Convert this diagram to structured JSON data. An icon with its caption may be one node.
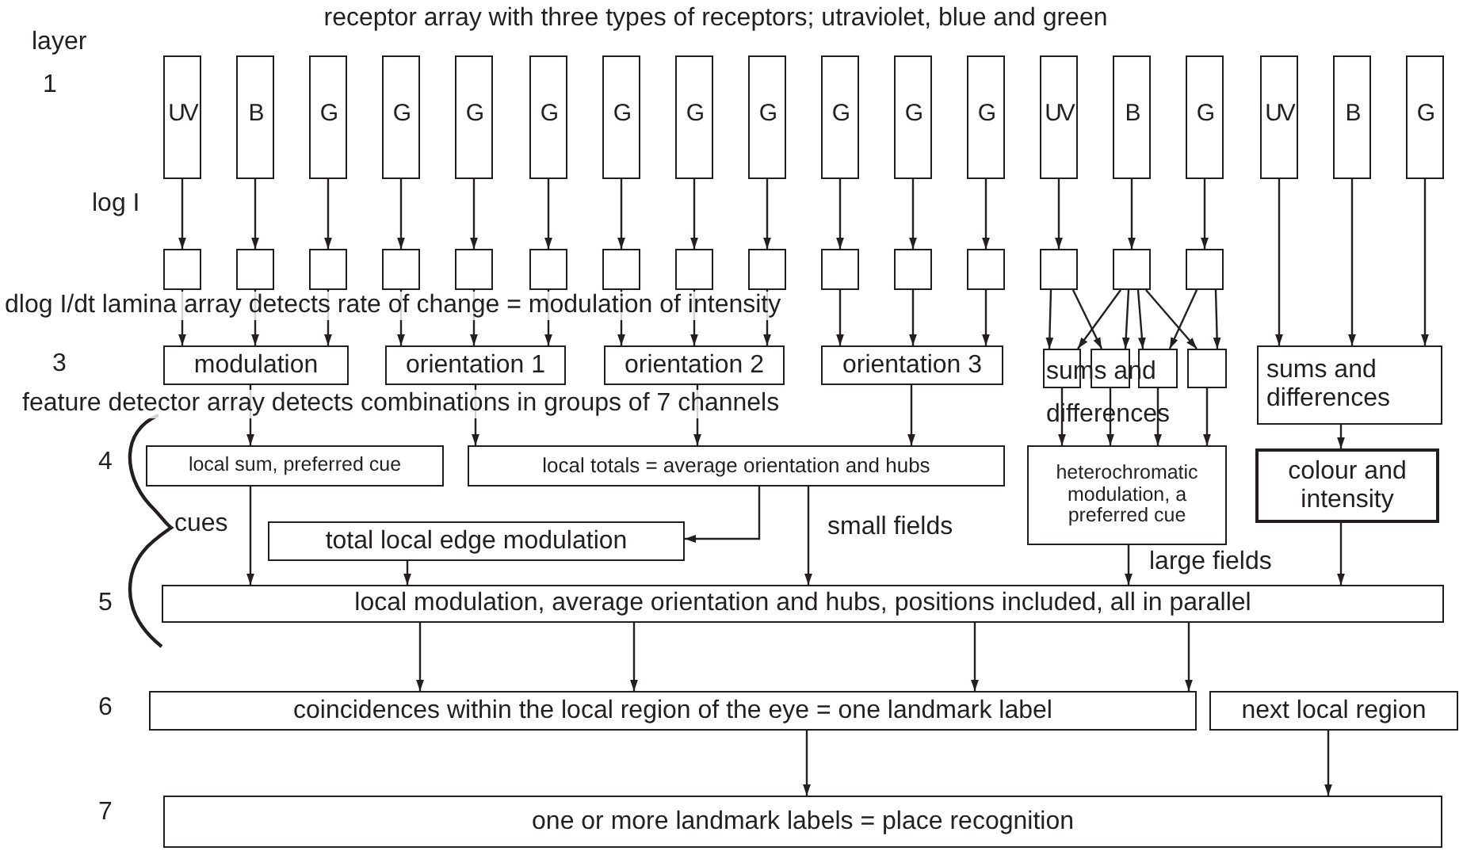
{
  "diagram": {
    "title": "receptor array with three types of receptors; utraviolet, blue and green",
    "nodes": [
      {
        "text": [
          "UV"
        ]
      },
      {
        "text": [
          "B"
        ]
      },
      {
        "text": [
          "G"
        ]
      },
      {
        "text": [
          "G"
        ]
      },
      {
        "text": [
          "G"
        ]
      },
      {
        "text": [
          "G"
        ]
      },
      {
        "text": [
          "G"
        ]
      },
      {
        "text": [
          "G"
        ]
      },
      {
        "text": [
          "G"
        ]
      },
      {
        "text": [
          "G"
        ]
      },
      {
        "text": [
          "G"
        ]
      },
      {
        "text": [
          "G"
        ]
      },
      {
        "text": [
          "UV"
        ]
      },
      {
        "text": [
          "B"
        ]
      },
      {
        "text": [
          "G"
        ]
      },
      {
        "text": [
          "UV"
        ]
      },
      {
        "text": [
          "B"
        ]
      },
      {
        "text": [
          "G"
        ]
      },
      {
        "text": [],
        "shape": "box"
      },
      {
        "text": [],
        "shape": "box"
      },
      {
        "text": [],
        "shape": "box"
      },
      {
        "text": [],
        "shape": "box"
      },
      {
        "text": [],
        "shape": "box"
      },
      {
        "text": [],
        "shape": "box"
      },
      {
        "text": [],
        "shape": "box"
      },
      {
        "text": [],
        "shape": "box"
      },
      {
        "text": [],
        "shape": "box"
      },
      {
        "text": [],
        "shape": "box"
      },
      {
        "text": [],
        "shape": "box"
      },
      {
        "text": [],
        "shape": "box"
      },
      {
        "text": [],
        "shape": "box"
      },
      {
        "text": [],
        "shape": "box"
      },
      {
        "text": [],
        "shape": "box"
      },
      {
        "text": [
          "modulation"
        ]
      },
      {
        "text": [
          "orientation 1"
        ]
      },
      {
        "text": [
          "orientation 2"
        ]
      },
      {
        "text": [
          "orientation 3"
        ]
      },
      {
        "text": [],
        "shape": "box"
      },
      {
        "text": [],
        "shape": "box"
      },
      {
        "text": [],
        "shape": "box"
      },
      {
        "text": [],
        "shape": "box"
      },
      {
        "text": [
          "sums and differences"
        ]
      },
      {
        "text": [
          "local sum, preferred cue"
        ]
      },
      {
        "text": [
          "local  totals = average orientation and hubs"
        ]
      },
      {
        "text": [
          "heterochromatic modulation, a preferred cue"
        ]
      },
      {
        "text": [
          "colour and intensity"
        ]
      },
      {
        "text": [
          "total  local edge modulation"
        ]
      },
      {
        "text": [
          "local modulation, average orientation and hubs, positions included, all in parallel"
        ]
      },
      {
        "text": [
          "coincidences within the local region of the eye =  one landmark label"
        ]
      },
      {
        "text": [
          "next local region"
        ]
      },
      {
        "text": [
          "one or more landmark labels = place recognition"
        ]
      }
    ],
    "edges": [
      {
        "from": 0,
        "to": 18,
        "arrow": "to"
      },
      {
        "from": 1,
        "to": 19,
        "arrow": "to"
      },
      {
        "from": 2,
        "to": 20,
        "arrow": "to"
      },
      {
        "from": 3,
        "to": 21,
        "arrow": "to"
      },
      {
        "from": 4,
        "to": 22,
        "arrow": "to"
      },
      {
        "from": 5,
        "to": 23,
        "arrow": "to"
      },
      {
        "from": 6,
        "to": 24,
        "arrow": "to"
      },
      {
        "from": 7,
        "to": 25,
        "arrow": "to"
      },
      {
        "from": 8,
        "to": 26,
        "arrow": "to"
      },
      {
        "from": 9,
        "to": 27,
        "arrow": "to"
      },
      {
        "from": 10,
        "to": 28,
        "arrow": "to"
      },
      {
        "from": 11,
        "to": 29,
        "arrow": "to"
      },
      {
        "from": 12,
        "to": 30,
        "arrow": "to"
      },
      {
        "from": 13,
        "to": 31,
        "arrow": "to"
      },
      {
        "from": 14,
        "to": 32,
        "arrow": "to"
      },
      {
        "from": 15,
        "to": 41,
        "arrow": "to"
      },
      {
        "from": 16,
        "to": 41,
        "arrow": "to"
      },
      {
        "from": 17,
        "to": 41,
        "arrow": "to"
      },
      {
        "from": 18,
        "to": 33,
        "arrow": "to"
      },
      {
        "from": 19,
        "to": 33,
        "arrow": "to"
      },
      {
        "from": 20,
        "to": 33,
        "arrow": "to"
      },
      {
        "from": 21,
        "to": 34,
        "arrow": "to"
      },
      {
        "from": 22,
        "to": 34,
        "arrow": "to"
      },
      {
        "from": 23,
        "to": 34,
        "arrow": "to"
      },
      {
        "from": 24,
        "to": 35,
        "arrow": "to"
      },
      {
        "from": 25,
        "to": 35,
        "arrow": "to"
      },
      {
        "from": 26,
        "to": 35,
        "arrow": "to"
      },
      {
        "from": 27,
        "to": 36,
        "arrow": "to"
      },
      {
        "from": 28,
        "to": 36,
        "arrow": "to"
      },
      {
        "from": 29,
        "to": 36,
        "arrow": "to"
      },
      {
        "from": 30,
        "to": 37,
        "arrow": "to"
      },
      {
        "from": 30,
        "to": 38,
        "arrow": "to"
      },
      {
        "from": 31,
        "to": 37,
        "arrow": "to"
      },
      {
        "from": 31,
        "to": 38,
        "arrow": "to"
      },
      {
        "from": 31,
        "to": 39,
        "arrow": "to"
      },
      {
        "from": 31,
        "to": 40,
        "arrow": "to"
      },
      {
        "from": 32,
        "to": 39,
        "arrow": "to"
      },
      {
        "from": 32,
        "to": 40,
        "arrow": "to"
      },
      {
        "from": 33,
        "to": 42,
        "arrow": "to"
      },
      {
        "from": 34,
        "to": 43,
        "arrow": "to"
      },
      {
        "from": 35,
        "to": 43,
        "arrow": "to"
      },
      {
        "from": 36,
        "to": 43,
        "arrow": "to"
      },
      {
        "from": 37,
        "to": 44,
        "arrow": "to"
      },
      {
        "from": 38,
        "to": 44,
        "arrow": "to"
      },
      {
        "from": 39,
        "to": 44,
        "arrow": "to"
      },
      {
        "from": 40,
        "to": 44,
        "arrow": "to"
      },
      {
        "from": 41,
        "to": 45,
        "arrow": "to"
      },
      {
        "from": 42,
        "to": 47,
        "arrow": "to"
      },
      {
        "from": 43,
        "to": 46,
        "arrow": "to"
      },
      {
        "from": 46,
        "to": 47,
        "arrow": "to"
      },
      {
        "from": 43,
        "to": 47,
        "arrow": "to"
      },
      {
        "from": 44,
        "to": 47,
        "arrow": "to"
      },
      {
        "from": 45,
        "to": 47,
        "arrow": "to"
      },
      {
        "from": 47,
        "to": 48,
        "arrow": "to"
      },
      {
        "from": 47,
        "to": 48,
        "arrow": "to"
      },
      {
        "from": 47,
        "to": 48,
        "arrow": "to"
      },
      {
        "from": 47,
        "to": 48,
        "arrow": "to"
      },
      {
        "from": 48,
        "to": 50,
        "arrow": "to"
      },
      {
        "from": 49,
        "to": 50,
        "arrow": "to"
      }
    ],
    "labels": [
      "layer",
      "1",
      "log I",
      "dlog I/dt lamina array detects rate of change = modulation  of intensity",
      "3",
      "sums and differences",
      "feature detector array detects combinations in groups of 7 channels",
      "4",
      "cues",
      "small fields",
      "large fields",
      "5",
      "6",
      "7"
    ]
  }
}
